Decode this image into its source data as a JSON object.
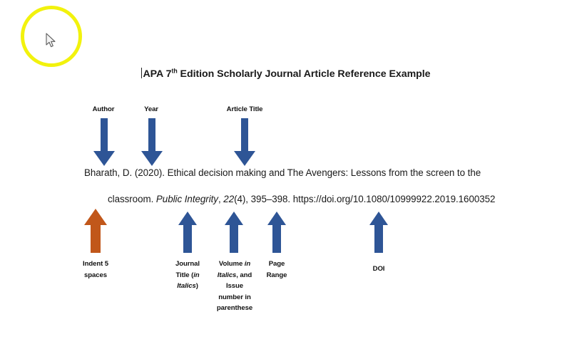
{
  "document": {
    "title_prefix": "APA 7",
    "title_superscript": "th",
    "title_suffix": " Edition Scholarly Journal Article Reference Example",
    "title_full": "APA 7th Edition Scholarly Journal Article Reference Example"
  },
  "citation": {
    "line1": "Bharath, D. (2020). Ethical decision making and The Avengers: Lessons from the screen to the",
    "line2_part1": "classroom. ",
    "line2_journal_italic": "Public Integrity",
    "line2_part2": ", ",
    "line2_volume_italic": "22",
    "line2_part3": "(4), 395–398. https://doi.org/10.1080/10999922.2019.1600352",
    "author": "Bharath, D.",
    "year": "(2020).",
    "article_title": "Ethical decision making and The Avengers: Lessons from the screen to the classroom.",
    "journal_title": "Public Integrity",
    "volume": "22",
    "issue": "(4)",
    "page_range": "395–398",
    "doi": "https://doi.org/10.1080/10999922.2019.1600352"
  },
  "annotations": {
    "top": [
      {
        "id": "author",
        "label": "Author"
      },
      {
        "id": "year",
        "label": "Year"
      },
      {
        "id": "article-title",
        "label": "Article Title"
      }
    ],
    "bottom": [
      {
        "id": "indent",
        "line1": "Indent 5",
        "line2": "spaces"
      },
      {
        "id": "journal-title",
        "line1": "Journal",
        "line2_pre": "Title (",
        "line2_italic": "in",
        "line3_italic": "Italics",
        "line3_post": ")"
      },
      {
        "id": "volume-issue",
        "line1_pre": "Volume ",
        "line1_italic": "in",
        "line2_italic": "Italics",
        "line2_post": ", and",
        "line3": "Issue",
        "line4": "number in",
        "line5": "parenthese"
      },
      {
        "id": "page-range",
        "line1": "Page",
        "line2": "Range"
      },
      {
        "id": "doi",
        "line1": "DOI"
      }
    ]
  },
  "colors": {
    "arrow_blue": "#2e5596",
    "arrow_orange": "#c1571a",
    "highlight_yellow": "#f2f20d",
    "text": "#191919",
    "background": "#ffffff"
  }
}
